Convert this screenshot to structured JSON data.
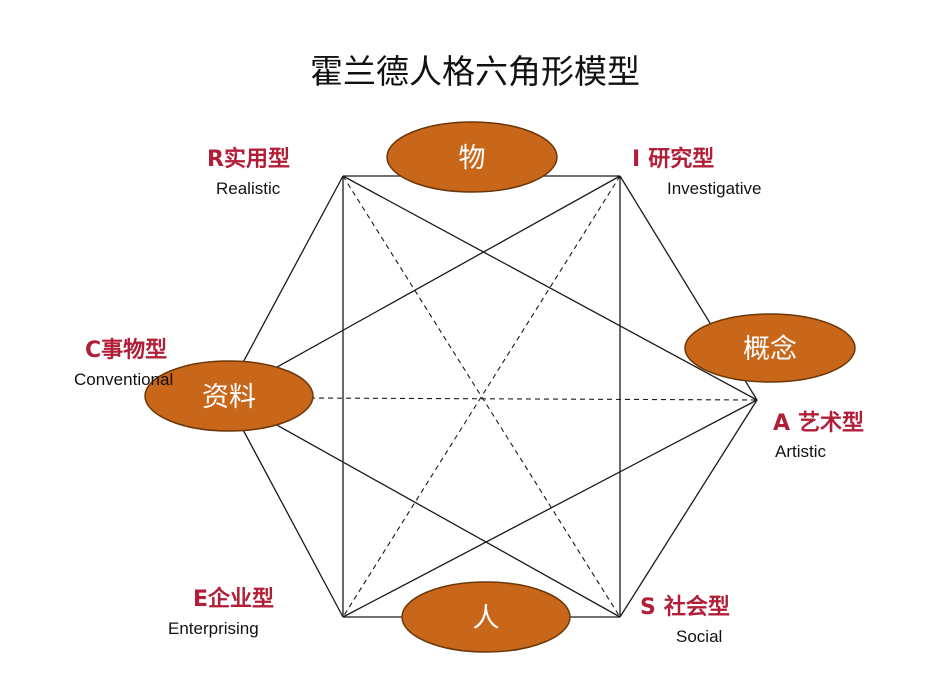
{
  "title": "霍兰德人格六角形模型",
  "colors": {
    "accent_red": "#b01e37",
    "ellipse_fill": "#c8661a",
    "ellipse_text": "#ffffff",
    "line": "#1a1a1a"
  },
  "types": {
    "R": {
      "letter": "R",
      "cn": "实用型",
      "en": "Realistic"
    },
    "I": {
      "letter": "I",
      "cn": "研究型",
      "en": "Investigative"
    },
    "A": {
      "letter": "A",
      "cn": "艺术型",
      "en": "Artistic"
    },
    "S": {
      "letter": "S",
      "cn": "社会型",
      "en": "Social"
    },
    "E": {
      "letter": "E",
      "cn": "企业型",
      "en": "Enterprising"
    },
    "C": {
      "letter": "C",
      "cn": "事物型",
      "en": "Conventional"
    }
  },
  "dimensions": {
    "things": "物",
    "ideas": "概念",
    "people": "人",
    "data": "资料"
  }
}
